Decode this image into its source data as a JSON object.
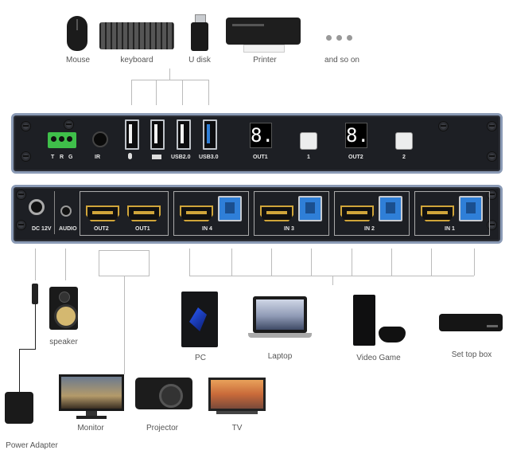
{
  "top_devices": [
    "Mouse",
    "keyboard",
    "U disk",
    "Printer",
    "and so on"
  ],
  "front_panel": {
    "labels": [
      "T",
      "R",
      "G",
      "IR",
      "USB2.0",
      "USB3.0",
      "OUT1",
      "1",
      "OUT2",
      "2"
    ],
    "display_values": [
      "8.",
      "8."
    ]
  },
  "back_panel": {
    "labels": [
      "DC 12V",
      "AUDIO",
      "OUT2",
      "OUT1",
      "IN 4",
      "IN 3",
      "IN 2",
      "IN 1"
    ]
  },
  "bottom_devices": {
    "labels": [
      "speaker",
      "PC",
      "Laptop",
      "Video Game",
      "Set top box",
      "Monitor",
      "Projector",
      "TV",
      "Power Adapter"
    ]
  }
}
